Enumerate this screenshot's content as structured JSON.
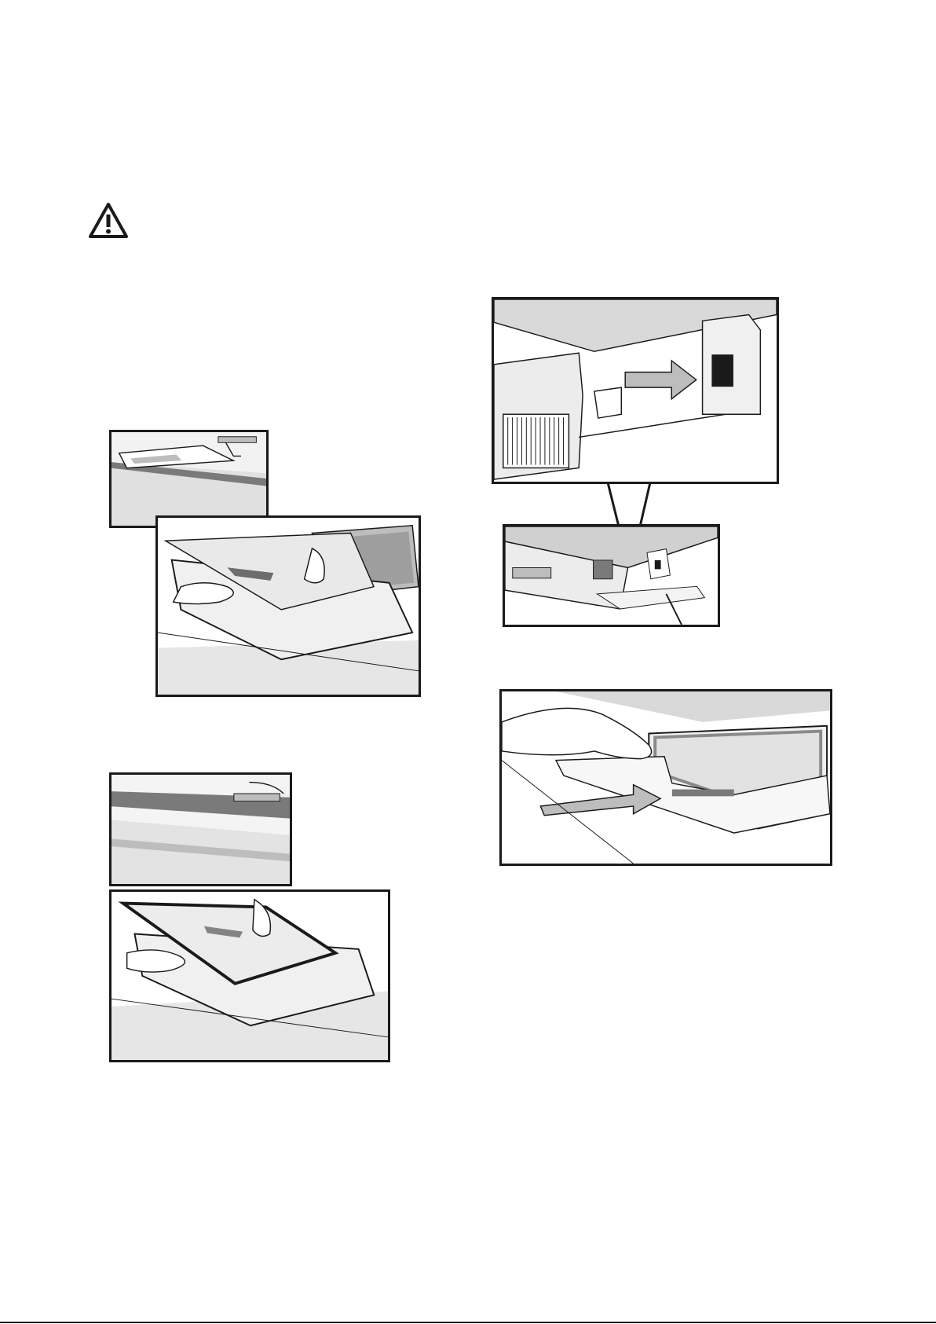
{
  "page": {
    "warning_icon": "warning-triangle-icon",
    "colors": {
      "ink": "#1a1a1a",
      "light_gray": "#e6e6e6",
      "mid_gray": "#bdbdbd",
      "dark_gray": "#7a7a7a"
    }
  },
  "figures": [
    {
      "name": "figure-1-insert-inner-glass",
      "icon": "hands-sliding-glass-illustration"
    },
    {
      "name": "figure-2-insert-outer-glass",
      "icon": "hands-sliding-glass-illustration"
    },
    {
      "name": "figure-3-clip-slot-detail",
      "icon": "arrow-into-slot-illustration"
    },
    {
      "name": "figure-4-push-door-profile",
      "icon": "hand-pushing-profile-illustration"
    }
  ]
}
